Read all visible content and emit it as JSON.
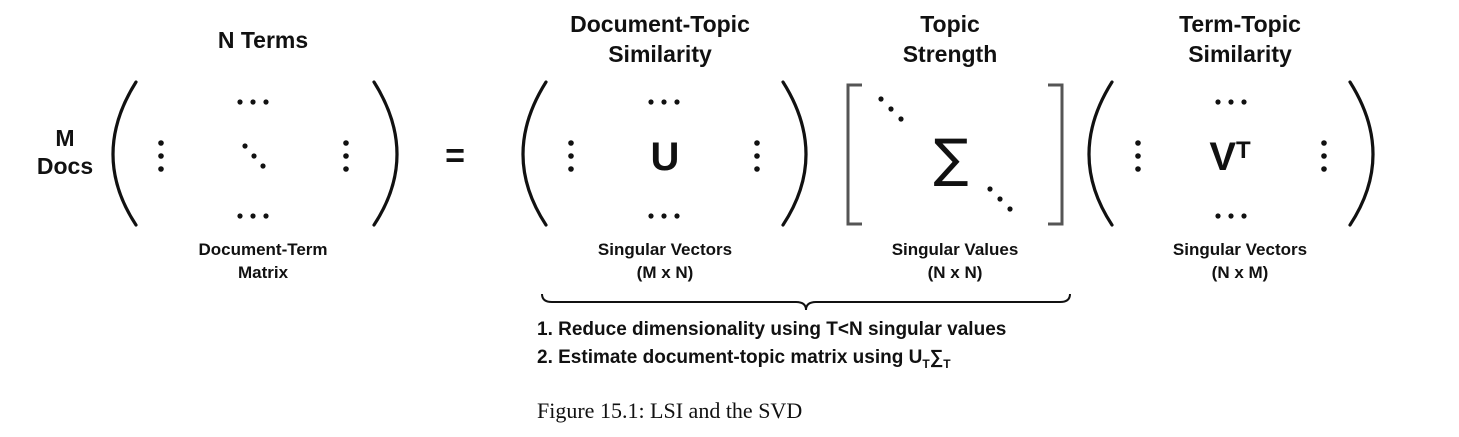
{
  "doc_term": {
    "header": "N Terms",
    "row_label_1": "M",
    "row_label_2": "Docs",
    "caption_1": "Document-Term",
    "caption_2": "Matrix"
  },
  "equals": "=",
  "u_matrix": {
    "header_1": "Document-Topic",
    "header_2": "Similarity",
    "symbol": "U",
    "caption_1": "Singular Vectors",
    "caption_2": "(M x N)"
  },
  "sigma_matrix": {
    "header_1": "Topic",
    "header_2": "Strength",
    "symbol": "∑",
    "caption_1": "Singular Values",
    "caption_2": "(N x N)"
  },
  "vt_matrix": {
    "header_1": "Term-Topic",
    "header_2": "Similarity",
    "symbol": "V",
    "superscript": "T",
    "caption_1": "Singular Vectors",
    "caption_2": "(N x M)"
  },
  "notes": {
    "item_1": "1.  Reduce dimensionality using T<N singular values",
    "item_2": "2.  Estimate document-topic matrix using  U",
    "item_2_sub_1": "T",
    "item_2_sigma": "∑",
    "item_2_sub_2": "T"
  },
  "figure_caption": "Figure 15.1: LSI and the SVD"
}
